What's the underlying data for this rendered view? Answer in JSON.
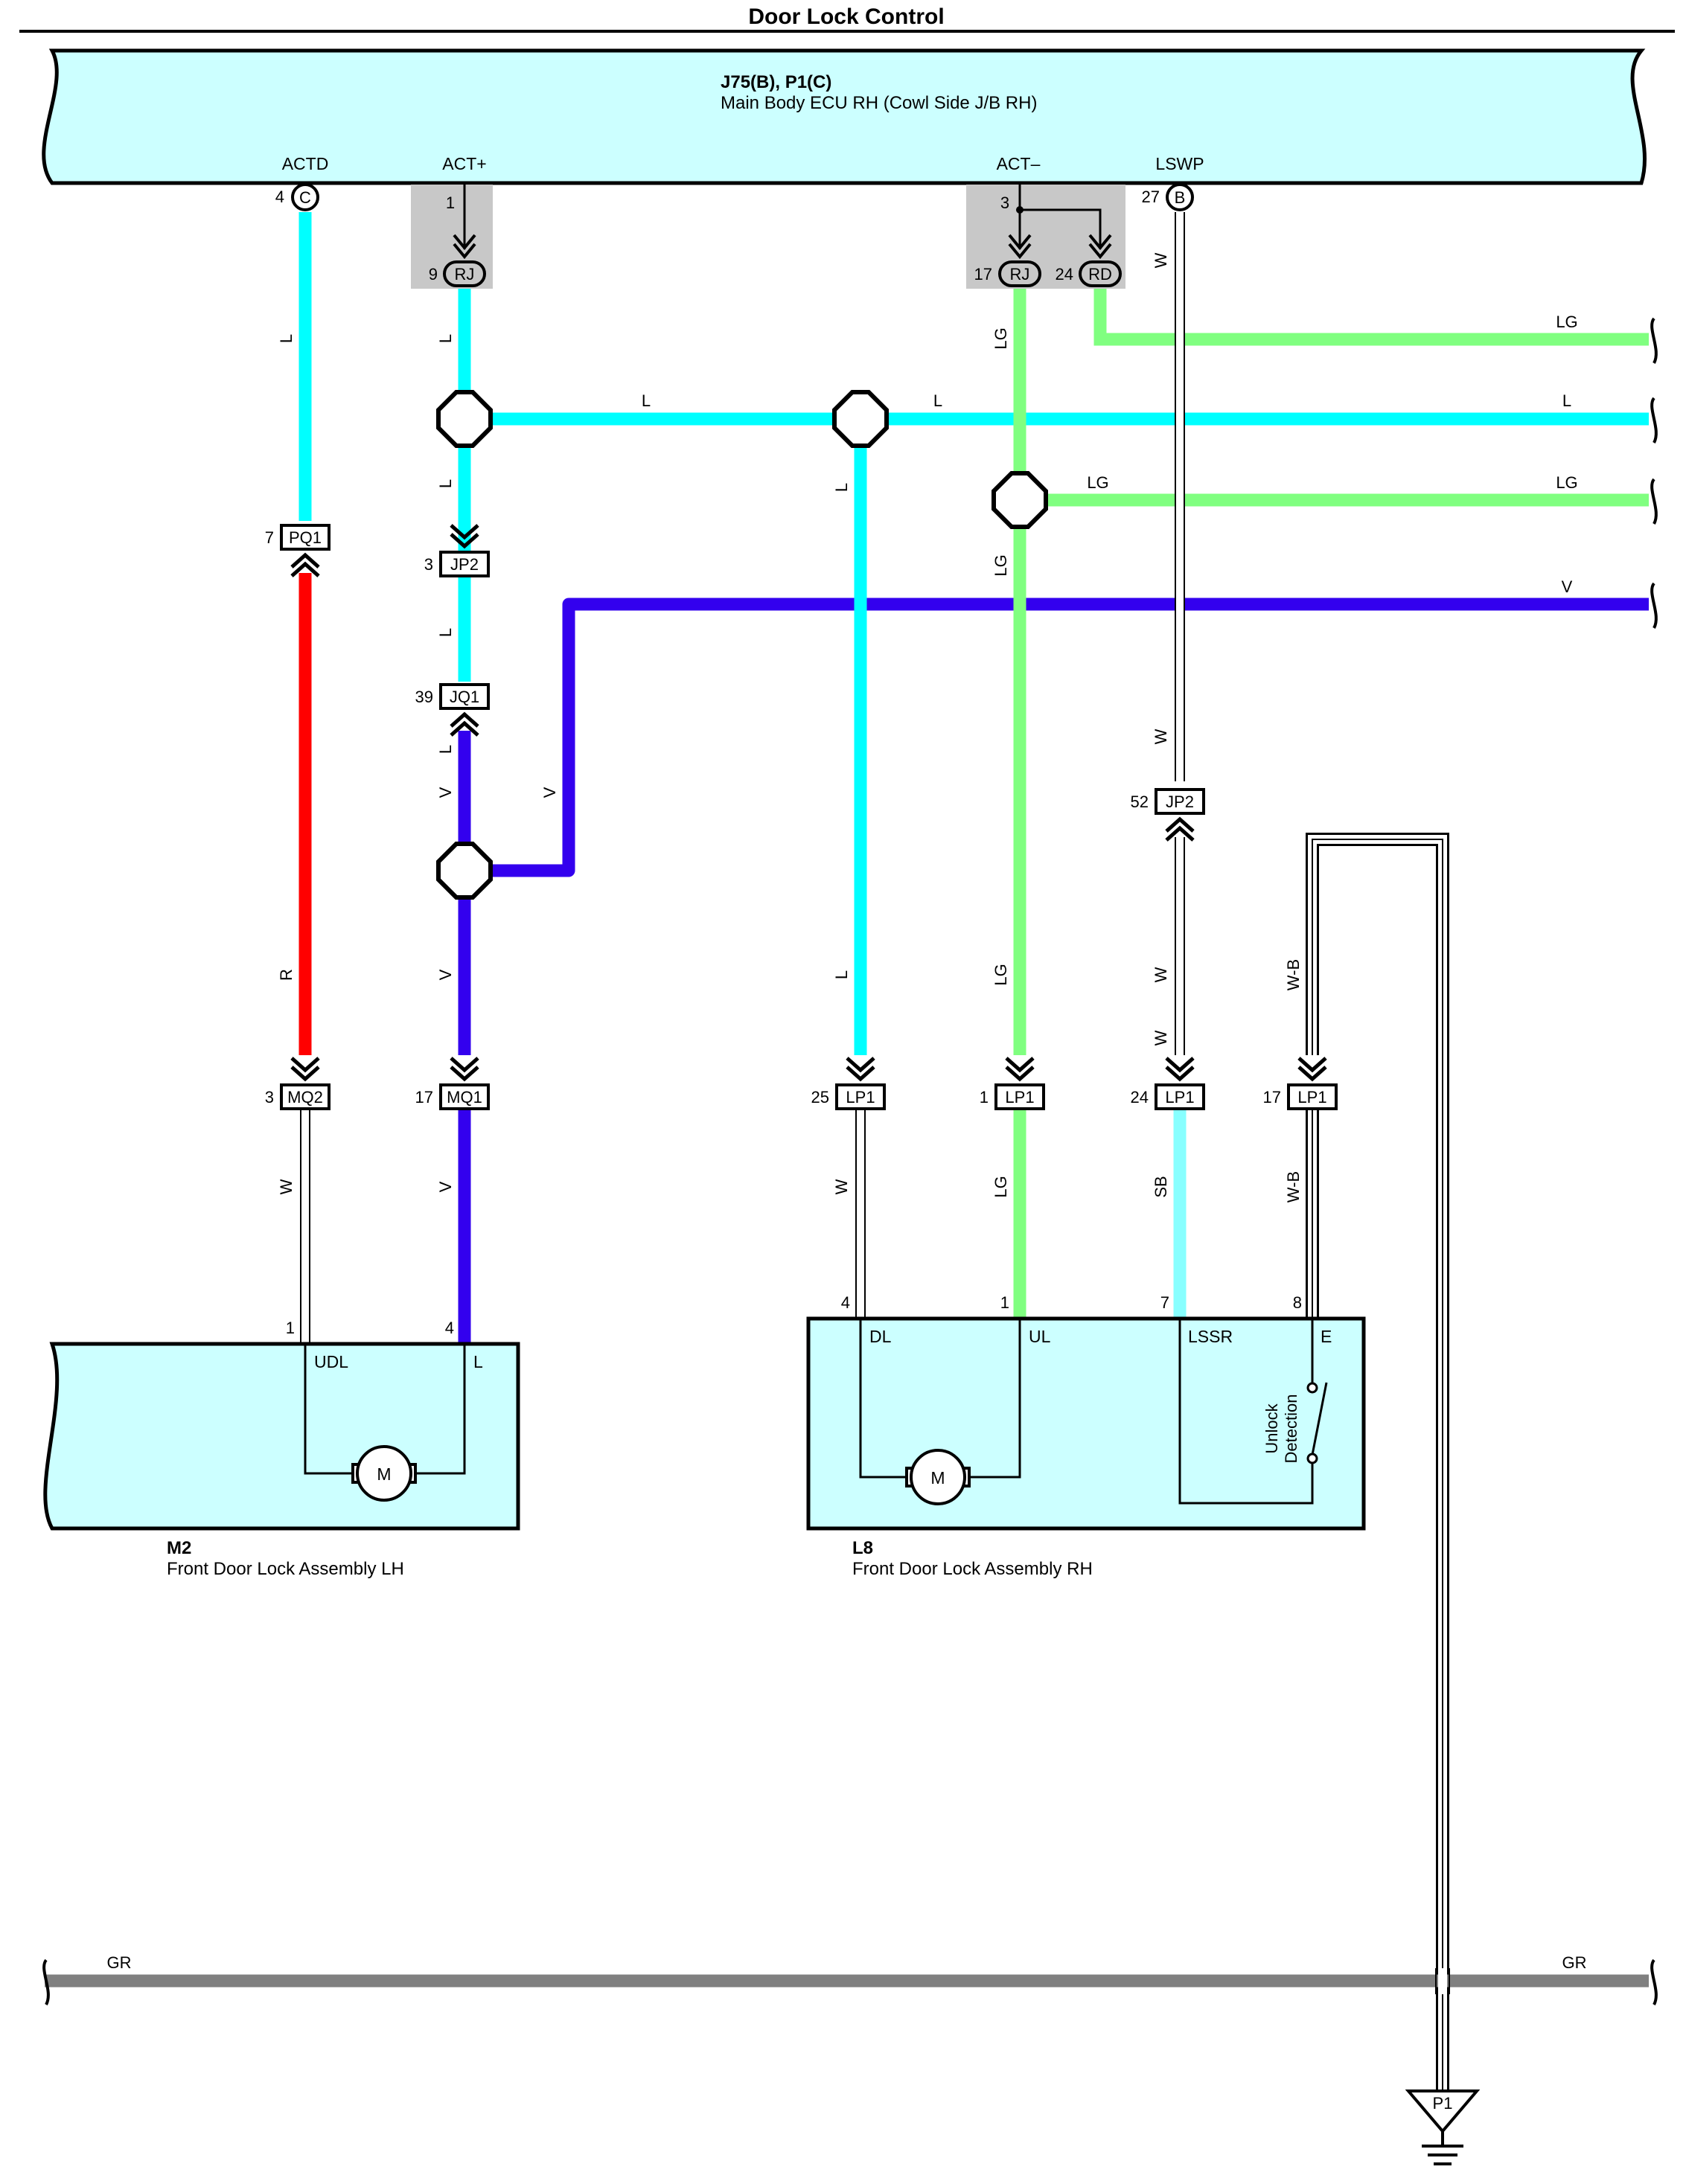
{
  "title": "Door Lock Control",
  "ecu": {
    "code": "J75(B), P1(C)",
    "name": "Main Body ECU RH (Cowl Side J/B RH)",
    "terminals": {
      "actd": "ACTD",
      "actp": "ACT+",
      "actm": "ACT–",
      "lswp": "LSWP"
    },
    "pins": {
      "actd": "4",
      "actp": "1",
      "actm": "3",
      "lswp": "27"
    },
    "conn": {
      "c": "C",
      "b": "B"
    }
  },
  "jb": {
    "rj_a": {
      "pin": "9",
      "code": "RJ"
    },
    "rj_b": {
      "pin": "17",
      "code": "RJ"
    },
    "rd": {
      "pin": "24",
      "code": "RD"
    }
  },
  "connectors": {
    "pq1": {
      "pin": "7",
      "code": "PQ1"
    },
    "jp2_a": {
      "pin": "3",
      "code": "JP2"
    },
    "jq1": {
      "pin": "39",
      "code": "JQ1"
    },
    "jp2_b": {
      "pin": "52",
      "code": "JP2"
    },
    "mq2": {
      "pin": "3",
      "code": "MQ2"
    },
    "mq1": {
      "pin": "17",
      "code": "MQ1"
    },
    "lp1_a": {
      "pin": "25",
      "code": "LP1"
    },
    "lp1_b": {
      "pin": "1",
      "code": "LP1"
    },
    "lp1_c": {
      "pin": "24",
      "code": "LP1"
    },
    "lp1_d": {
      "pin": "17",
      "code": "LP1"
    }
  },
  "wire_labels": {
    "w1": "L",
    "w2": "L",
    "w3": "LG",
    "w4": "W",
    "w5": "LG",
    "w6": "L",
    "w7": "L",
    "w8": "L",
    "w9": "L",
    "w10": "LG",
    "w11": "LG",
    "w12": "LG",
    "w13": "L",
    "w14": "V",
    "w15": "L",
    "w16": "L",
    "w17": "W",
    "w18": "V",
    "w19": "V",
    "w20": "W",
    "w21": "R",
    "w22": "V",
    "w23": "L",
    "w24": "LG",
    "w25": "W",
    "w26": "W-B",
    "w27": "W",
    "w28": "V",
    "w29": "W",
    "w30": "LG",
    "w31": "SB",
    "w32": "W-B",
    "w33": "GR",
    "w34": "GR"
  },
  "m2": {
    "code": "M2",
    "name": "Front Door Lock Assembly LH",
    "pins": {
      "udl": "1",
      "l": "4"
    },
    "terminals": {
      "udl": "UDL",
      "l": "L"
    },
    "motor": "M"
  },
  "l8": {
    "code": "L8",
    "name": "Front Door Lock Assembly RH",
    "pins": {
      "dl": "4",
      "ul": "1",
      "lssr": "7",
      "e": "8"
    },
    "terminals": {
      "dl": "DL",
      "ul": "UL",
      "lssr": "LSSR",
      "e": "E"
    },
    "motor": "M",
    "switch_line1": "Unlock",
    "switch_line2": "Detection"
  },
  "ground": {
    "code": "P1"
  },
  "colors": {
    "L": "#00ffff",
    "LG": "#80ff80",
    "V": "#3300ee",
    "R": "#ff0000",
    "SB": "#88ffff",
    "GR": "#808080",
    "component_fill": "#ccffff",
    "jb_fill": "#c8c8c8"
  }
}
